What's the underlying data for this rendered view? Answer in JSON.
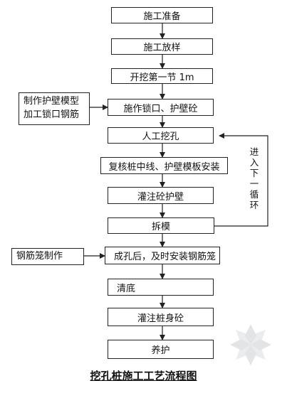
{
  "steps": [
    "施工准备",
    "施工放样",
    "开挖第一节 1m",
    "施作锁口、护壁砼",
    "人工挖孔",
    "复核桩中线、护壁模板安装",
    "灌注砼护壁",
    "拆模",
    "成孔后，及时安装钢筋笼",
    "清底",
    "灌注桩身砼",
    "养护"
  ],
  "side_inputs": {
    "wall_mold": [
      "制作护壁模型",
      "加工锁口钢筋"
    ],
    "rebar_cage": "钢筋笼制作"
  },
  "loop_label": "进入下一循环",
  "title": "挖孔桩施工工艺流程图"
}
